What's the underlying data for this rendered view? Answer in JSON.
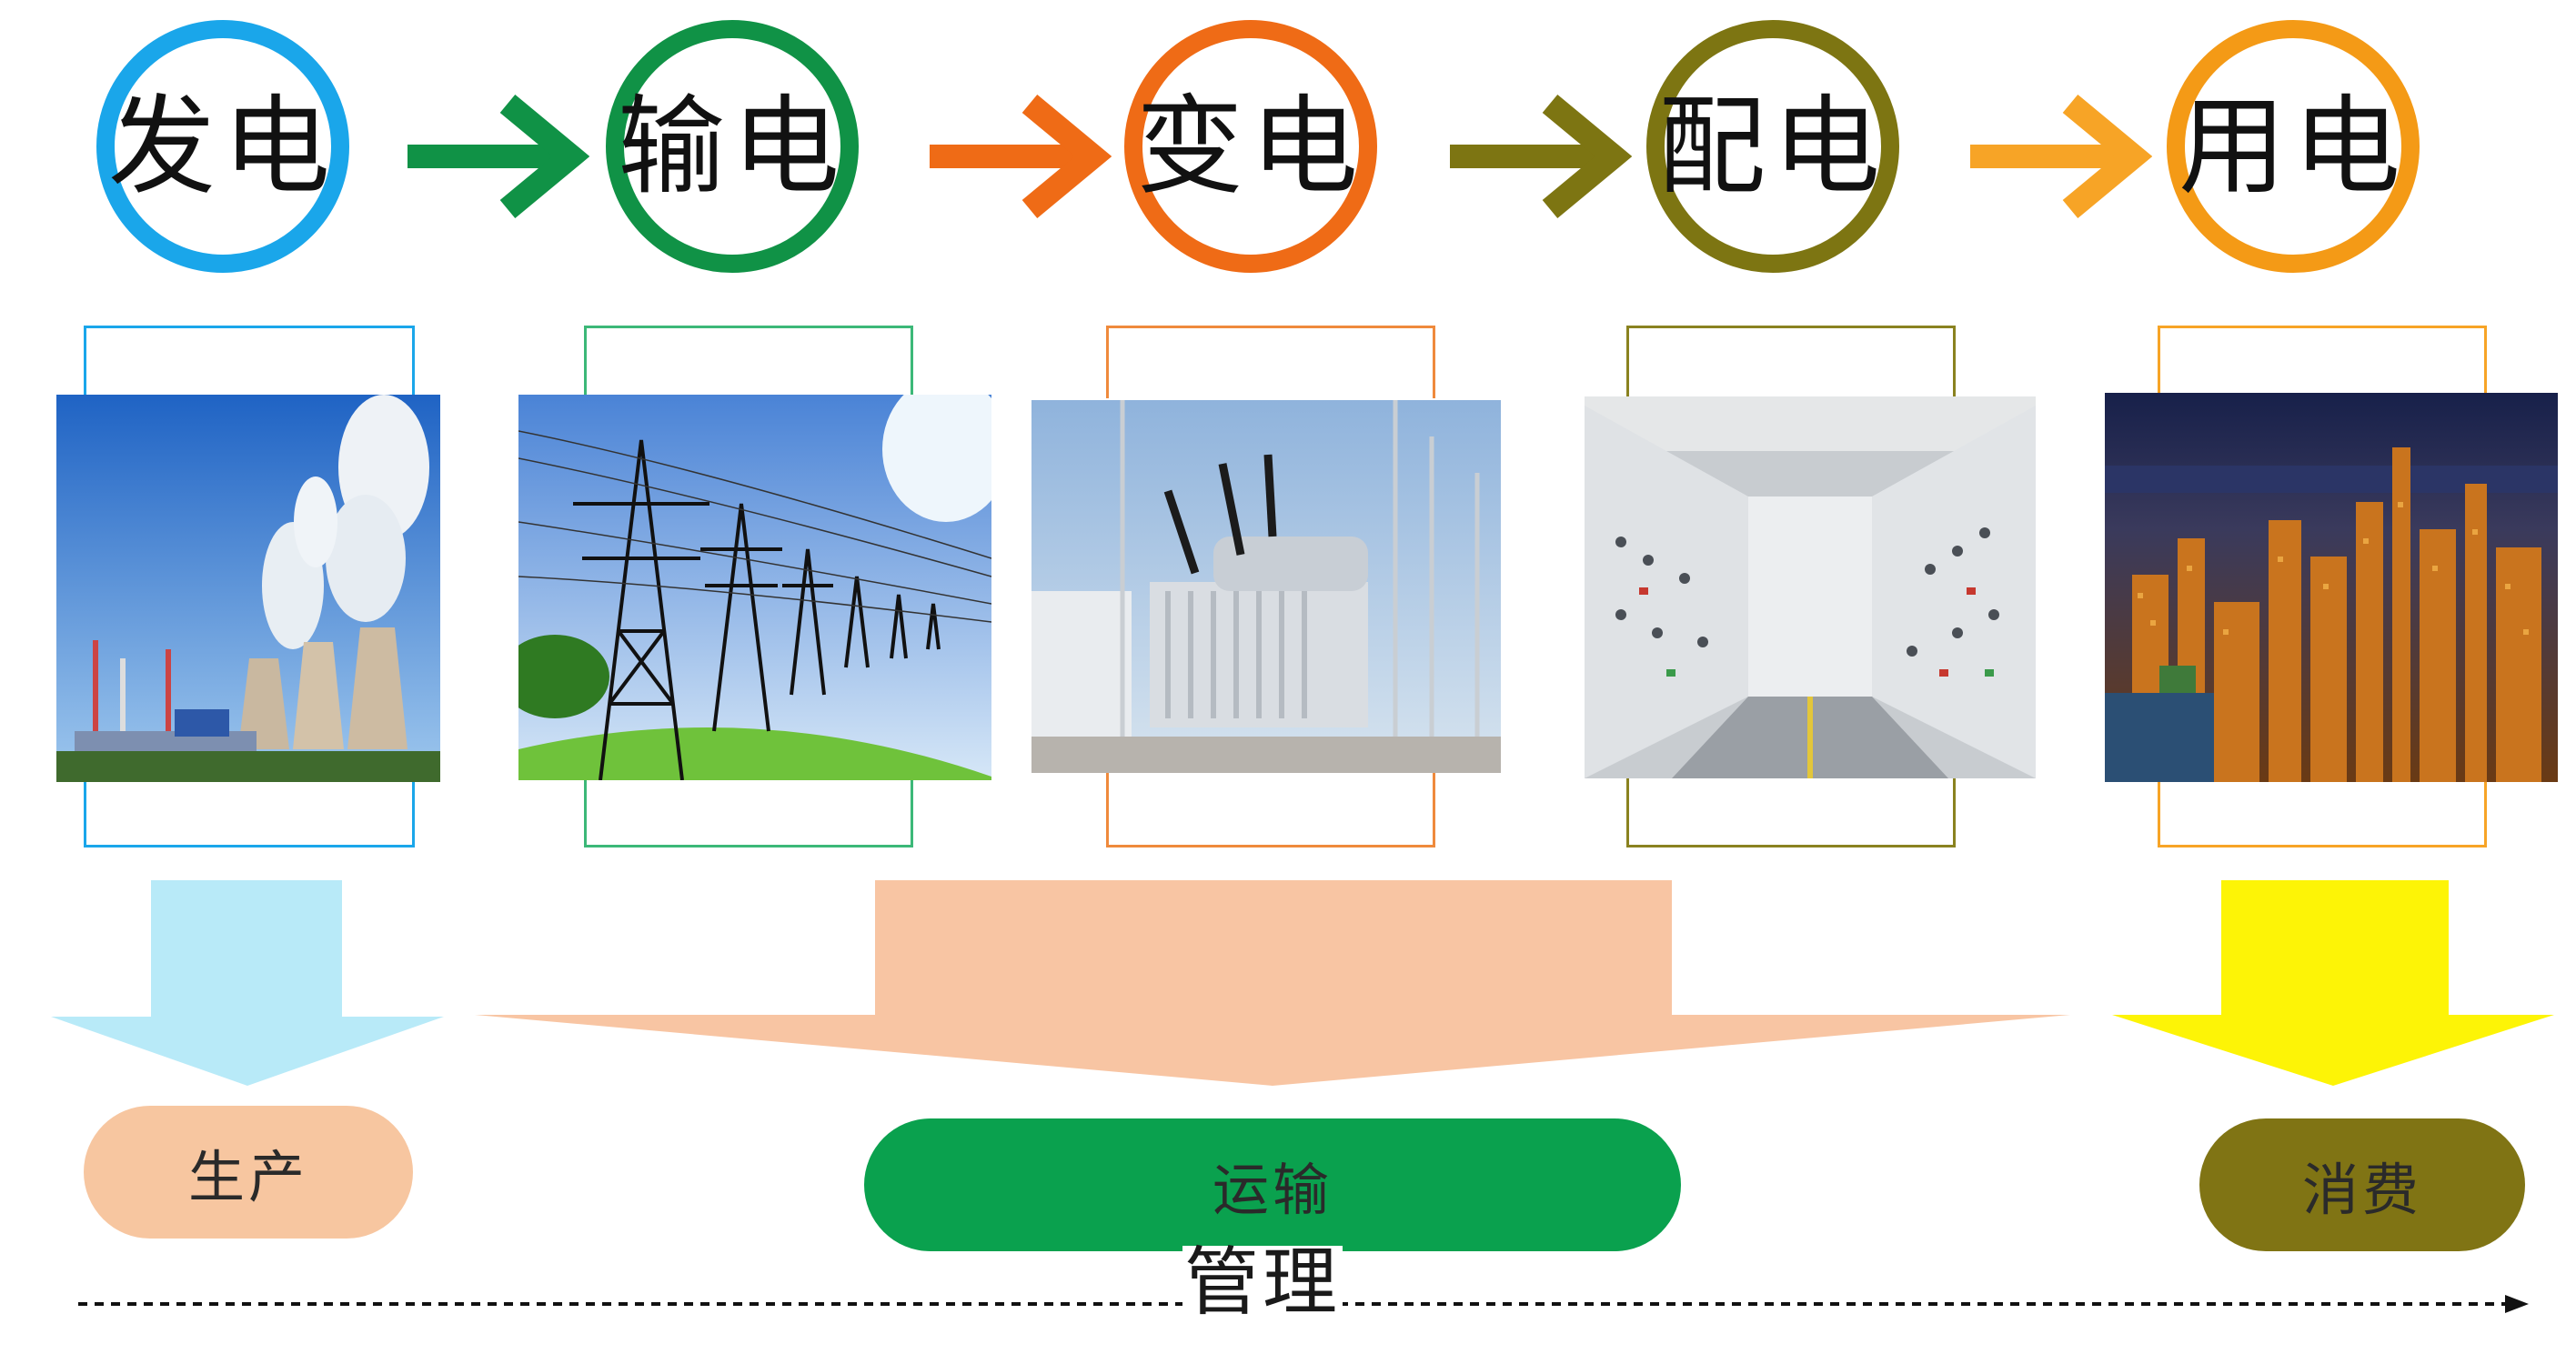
{
  "stages": [
    {
      "label": "发电",
      "color": "#1aa6ea"
    },
    {
      "label": "输电",
      "color": "#109246"
    },
    {
      "label": "变电",
      "color": "#ef6b16"
    },
    {
      "label": "配电",
      "color": "#7d7512"
    },
    {
      "label": "用电",
      "color": "#f49a16"
    }
  ],
  "arrow_colors": [
    "#109246",
    "#ef6b16",
    "#7d7512",
    "#f7a426"
  ],
  "photo_icons": [
    "power-plant-icon",
    "transmission-tower-icon",
    "substation-icon",
    "switchgear-room-icon",
    "city-night-icon"
  ],
  "groups": [
    {
      "label": "生产",
      "arrow_color": "#b8eaf8",
      "pill_color": "#f7c6a0"
    },
    {
      "label": "运输",
      "arrow_color": "#f8c5a3",
      "pill_color": "#0aa14e"
    },
    {
      "label": "消费",
      "arrow_color": "#fdf406",
      "pill_color": "#807414"
    }
  ],
  "management": {
    "label": "管理"
  }
}
